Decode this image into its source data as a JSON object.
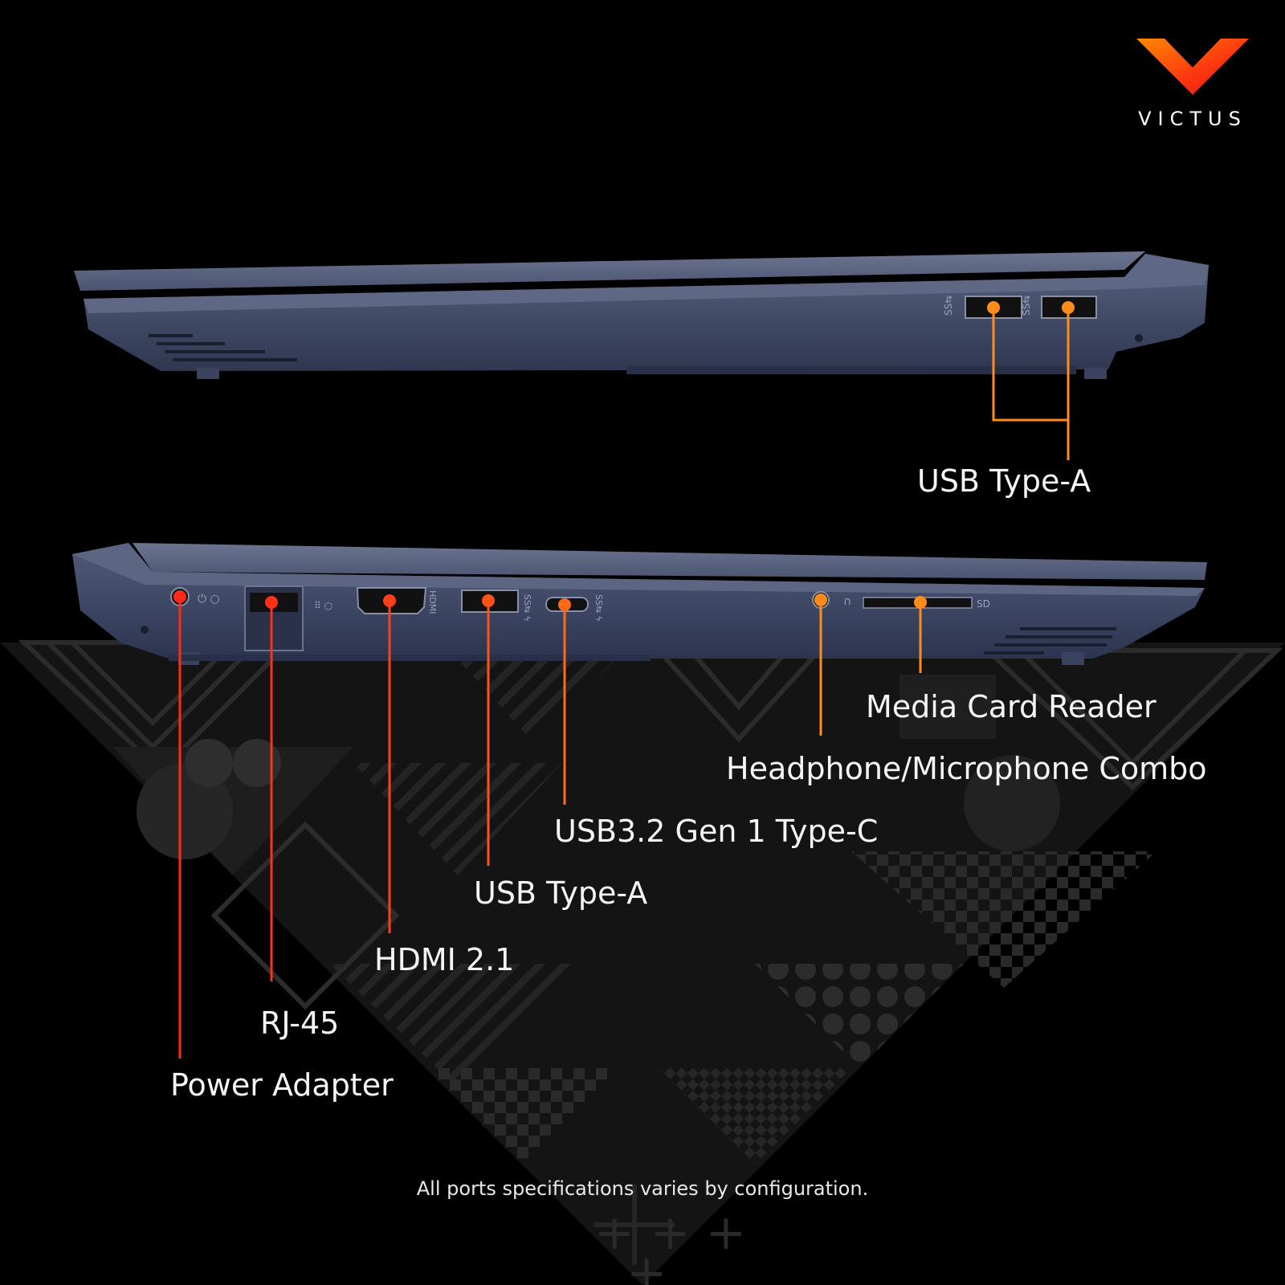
{
  "brand": {
    "name": "VICTUS",
    "logo_colors": [
      "#ff5a00",
      "#ff2a18",
      "#ff8a00"
    ]
  },
  "laptop": {
    "body_color": "#47506a",
    "body_dark": "#2f3750",
    "body_light": "#6a7390"
  },
  "callout_colors": {
    "orange": "#ff8c1a",
    "red": "#ff2a18"
  },
  "top_view": {
    "labels": {
      "usb_type_a": "USB Type-A"
    }
  },
  "bottom_view": {
    "labels": {
      "power_adapter": "Power Adapter",
      "rj45": "RJ-45",
      "hdmi": "HDMI 2.1",
      "usb_type_a": "USB Type-A",
      "usb_c": "USB3.2 Gen 1 Type-C",
      "headphone": "Headphone/Microphone Combo",
      "card_reader": "Media Card Reader"
    },
    "port_markings": {
      "sd": "SD"
    }
  },
  "footnote": "All ports specifications varies by configuration."
}
